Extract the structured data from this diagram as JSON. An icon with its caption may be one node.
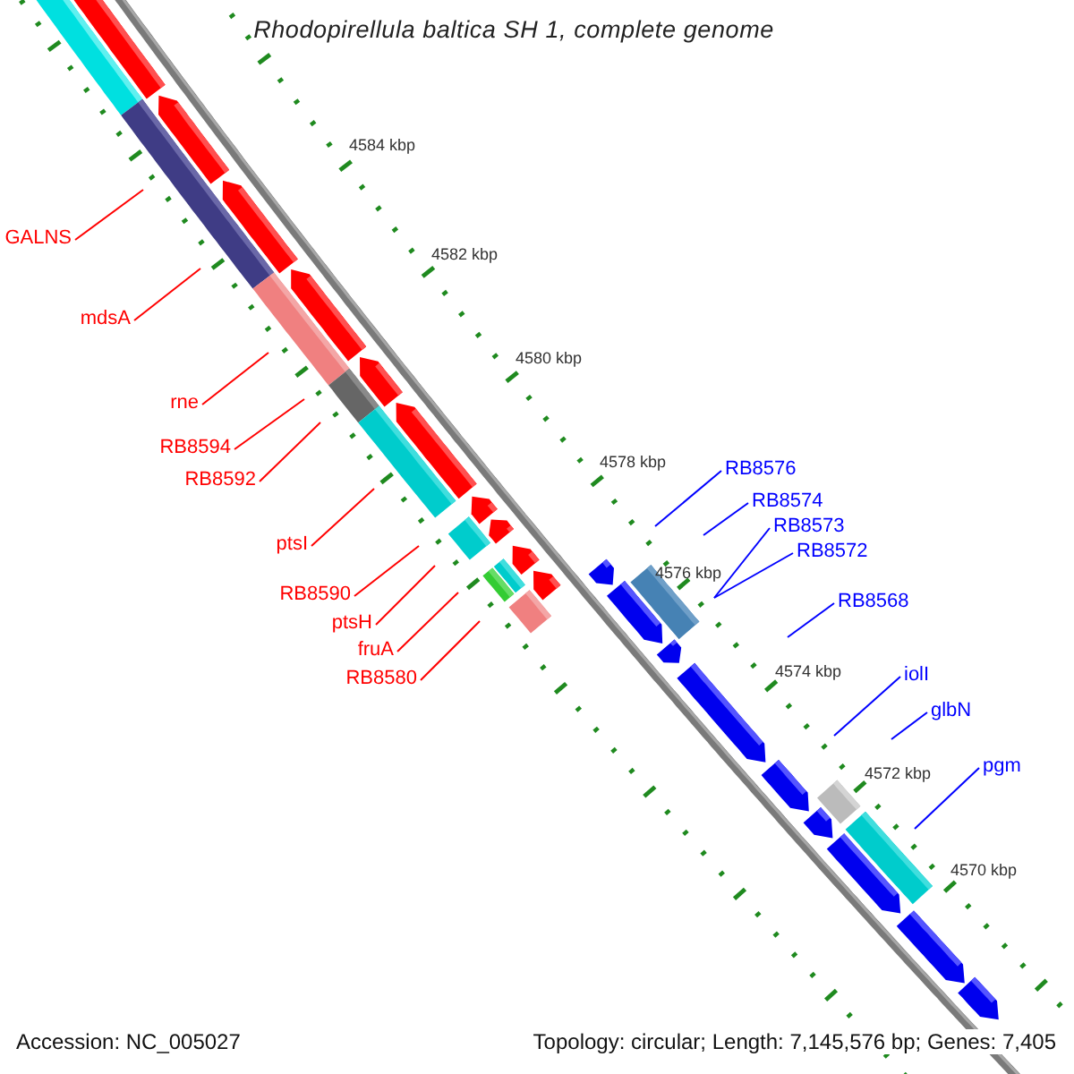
{
  "diagram": {
    "title": "Rhodopirellula baltica SH 1, complete genome",
    "nodes": [
      {
        "text": [
          "GALNS"
        ]
      },
      {
        "text": [
          "mdsA"
        ]
      },
      {
        "text": [
          "rne"
        ]
      },
      {
        "text": [
          "RB8594"
        ]
      },
      {
        "text": [
          "RB8592"
        ]
      },
      {
        "text": [
          "ptsI"
        ]
      },
      {
        "text": [
          "RB8590"
        ]
      },
      {
        "text": [
          "ptsH"
        ]
      },
      {
        "text": [
          "fruA"
        ]
      },
      {
        "text": [
          "RB8580"
        ]
      },
      {
        "text": [
          "RB8576"
        ]
      },
      {
        "text": [
          "RB8574"
        ]
      },
      {
        "text": [
          "RB8573"
        ]
      },
      {
        "text": [
          "RB8572"
        ]
      },
      {
        "text": [
          "RB8568"
        ]
      },
      {
        "text": [
          "iolI"
        ]
      },
      {
        "text": [
          "glbN"
        ]
      },
      {
        "text": [
          "pgm"
        ]
      }
    ],
    "edges": [
      {
        "from": 0,
        "to": null,
        "arrow": "none"
      },
      {
        "from": 1,
        "to": null,
        "arrow": "none"
      },
      {
        "from": 2,
        "to": null,
        "arrow": "none"
      },
      {
        "from": 3,
        "to": null,
        "arrow": "none"
      },
      {
        "from": 4,
        "to": null,
        "arrow": "none"
      },
      {
        "from": 5,
        "to": null,
        "arrow": "none"
      },
      {
        "from": 6,
        "to": null,
        "arrow": "none"
      },
      {
        "from": 7,
        "to": null,
        "arrow": "none"
      },
      {
        "from": 8,
        "to": null,
        "arrow": "none"
      },
      {
        "from": 9,
        "to": null,
        "arrow": "none"
      },
      {
        "from": 10,
        "to": null,
        "arrow": "none",
        "color": "#0000ff"
      },
      {
        "from": 11,
        "to": null,
        "arrow": "none",
        "color": "#0000ff"
      },
      {
        "from": 12,
        "to": null,
        "arrow": "none",
        "color": "#0000ff"
      },
      {
        "from": 13,
        "to": null,
        "arrow": "none",
        "color": "#0000ff"
      },
      {
        "from": 14,
        "to": null,
        "arrow": "none",
        "color": "#0000ff"
      },
      {
        "from": 15,
        "to": null,
        "arrow": "none",
        "color": "#0000ff"
      },
      {
        "from": 16,
        "to": null,
        "arrow": "none",
        "color": "#0000ff"
      },
      {
        "from": 17,
        "to": null,
        "arrow": "none",
        "color": "#0000ff"
      }
    ],
    "labels": [
      "4584 kbp",
      "4582 kbp",
      "4580 kbp",
      "4578 kbp",
      "4576 kbp",
      "4574 kbp",
      "4572 kbp",
      "4570 kbp",
      "Accession: NC_005027",
      "Topology: circular; Length: 7,145,576 bp; Genes: 7,405"
    ]
  }
}
